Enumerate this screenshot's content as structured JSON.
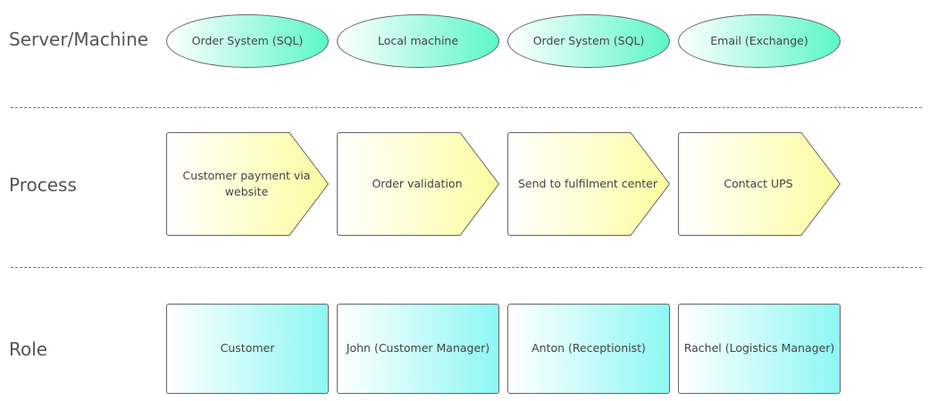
{
  "lanes": {
    "server": "Server/Machine",
    "process": "Process",
    "role": "Role"
  },
  "servers": [
    "Order System (SQL)",
    "Local machine",
    "Order System (SQL)",
    "Email (Exchange)"
  ],
  "processes": [
    "Customer payment via website",
    "Order validation",
    "Send to fulfilment center",
    "Contact UPS"
  ],
  "roles": [
    "Customer",
    "John (Customer Manager)",
    "Anton (Receptionist)",
    "Rachel (Logistics Manager)"
  ],
  "colors": {
    "server_fill": "#5cf7c8",
    "process_fill": "#fdfca0",
    "role_fill": "#8ef7f4",
    "stroke": "#666666"
  }
}
